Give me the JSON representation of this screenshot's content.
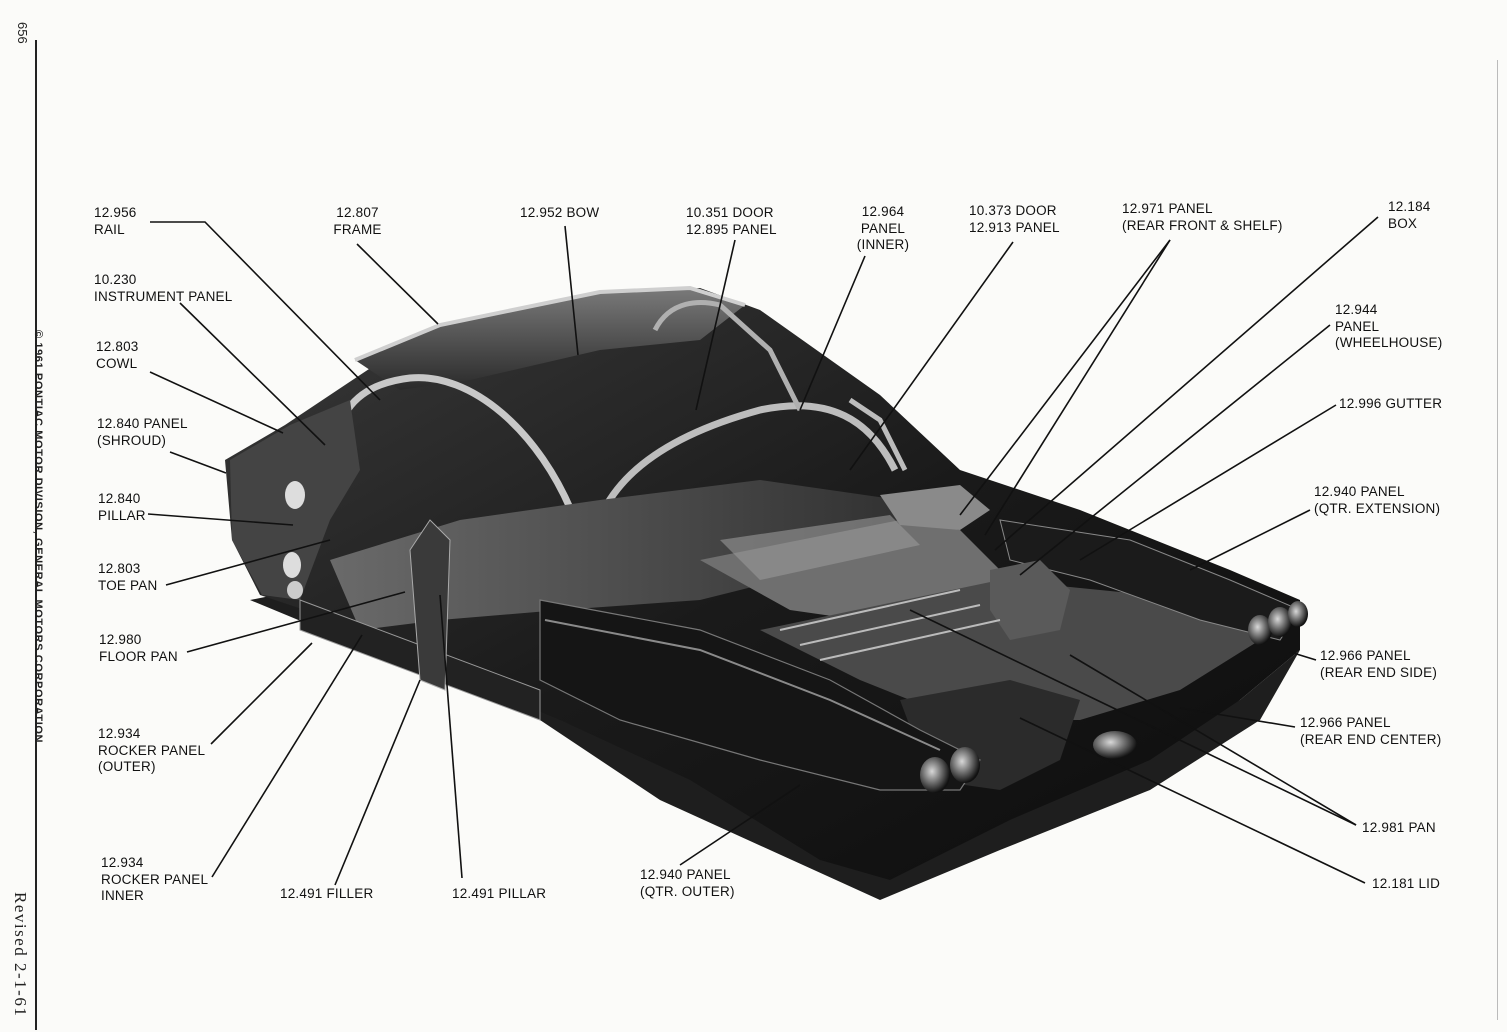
{
  "page": {
    "page_number": "656",
    "copyright": "© 1961 PONTIAC MOTOR DIVISION, GENERAL MOTORS CORPORATION",
    "revised": "Revised 2-1-61"
  },
  "labels": {
    "rail": [
      "12.956",
      "RAIL"
    ],
    "frame": [
      "12.807",
      "FRAME"
    ],
    "bow": [
      "12.952 BOW"
    ],
    "door_front": [
      "10.351 DOOR",
      "12.895 PANEL"
    ],
    "panel_inner": [
      "12.964",
      "PANEL",
      "(INNER)"
    ],
    "door_rear": [
      "10.373 DOOR",
      "12.913 PANEL"
    ],
    "panel_rear_front": [
      "12.971 PANEL",
      "(REAR FRONT & SHELF)"
    ],
    "box": [
      "12.184",
      "BOX"
    ],
    "instrument_panel": [
      "10.230",
      "INSTRUMENT PANEL"
    ],
    "cowl": [
      "12.803",
      "COWL"
    ],
    "wheelhouse": [
      "12.944",
      "PANEL",
      "(WHEELHOUSE)"
    ],
    "shroud": [
      "12.840 PANEL",
      "(SHROUD)"
    ],
    "gutter": [
      "12.996 GUTTER"
    ],
    "pillar_front": [
      "12.840",
      "PILLAR"
    ],
    "qtr_extension": [
      "12.940 PANEL",
      "(QTR. EXTENSION)"
    ],
    "toe_pan": [
      "12.803",
      "TOE PAN"
    ],
    "floor_pan": [
      "12.980",
      "FLOOR PAN"
    ],
    "rear_end_side": [
      "12.966  PANEL",
      "(REAR  END  SIDE)"
    ],
    "rocker_outer": [
      "12.934",
      "ROCKER PANEL",
      "(OUTER)"
    ],
    "rear_end_center": [
      "12.966  PANEL",
      "(REAR END  CENTER)"
    ],
    "pan": [
      "12.981 PAN"
    ],
    "rocker_inner": [
      "12.934",
      "ROCKER PANEL",
      "INNER"
    ],
    "filler": [
      "12.491 FILLER"
    ],
    "pillar_center": [
      "12.491 PILLAR"
    ],
    "qtr_outer": [
      "12.940 PANEL",
      "(QTR. OUTER)"
    ],
    "lid": [
      "12.181 LID"
    ]
  },
  "colors": {
    "ink": "#111111",
    "paper": "#fbfbf9",
    "body_dark": "#1c1c1c",
    "body_mid": "#555555",
    "body_light": "#9a9a9a"
  }
}
